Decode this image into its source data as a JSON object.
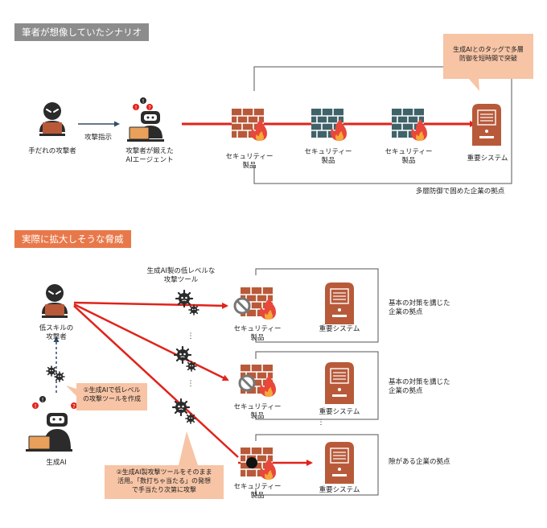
{
  "top": {
    "section_label": "筆者が想像していたシナリオ",
    "attacker": "手だれの攻撃者",
    "instruction": "攻撃指示",
    "agent": [
      "攻撃者が鍛えた",
      "AIエージェント"
    ],
    "security_product": [
      "セキュリティー",
      "製品"
    ],
    "important_system": "重要システム",
    "enterprise_base": "多層防御で固めた企業の拠点",
    "callout": [
      "生成AIとのタッグで多層",
      "防御を短時間で突破"
    ]
  },
  "bottom": {
    "section_label": "実際に拡大しそうな脅威",
    "attacker": [
      "低スキルの",
      "攻撃者"
    ],
    "tools_label": [
      "生成AI製の低レベルな",
      "攻撃ツール"
    ],
    "gen_ai": "生成AI",
    "callout1": [
      "①生成AIで低レベル",
      "の攻撃ツールを作成"
    ],
    "callout2": [
      "②生成AI製攻撃ツールをそのまま",
      "活用。「数打ちゃ当たる」の発想",
      "で手当たり次第に攻撃"
    ],
    "security_product": [
      "セキュリティー",
      "製品"
    ],
    "important_system": "重要システム",
    "base_protected": [
      "基本の対策を講じた",
      "企業の拠点"
    ],
    "base_gap": "隙がある企業の拠点",
    "ellipsis": "⋮"
  },
  "colors": {
    "red": "#e0231b",
    "brick": "#b85a3a",
    "teal": "#40636a",
    "orange_tag": "#e8784a",
    "gray_tag": "#8c8c8c",
    "callout": "#f7c4a5",
    "navy": "#2e4e6b"
  },
  "icons": [
    "hacker-icon",
    "ai-robot-icon",
    "firewall-icon",
    "server-icon",
    "virus-icon",
    "block-icon"
  ]
}
